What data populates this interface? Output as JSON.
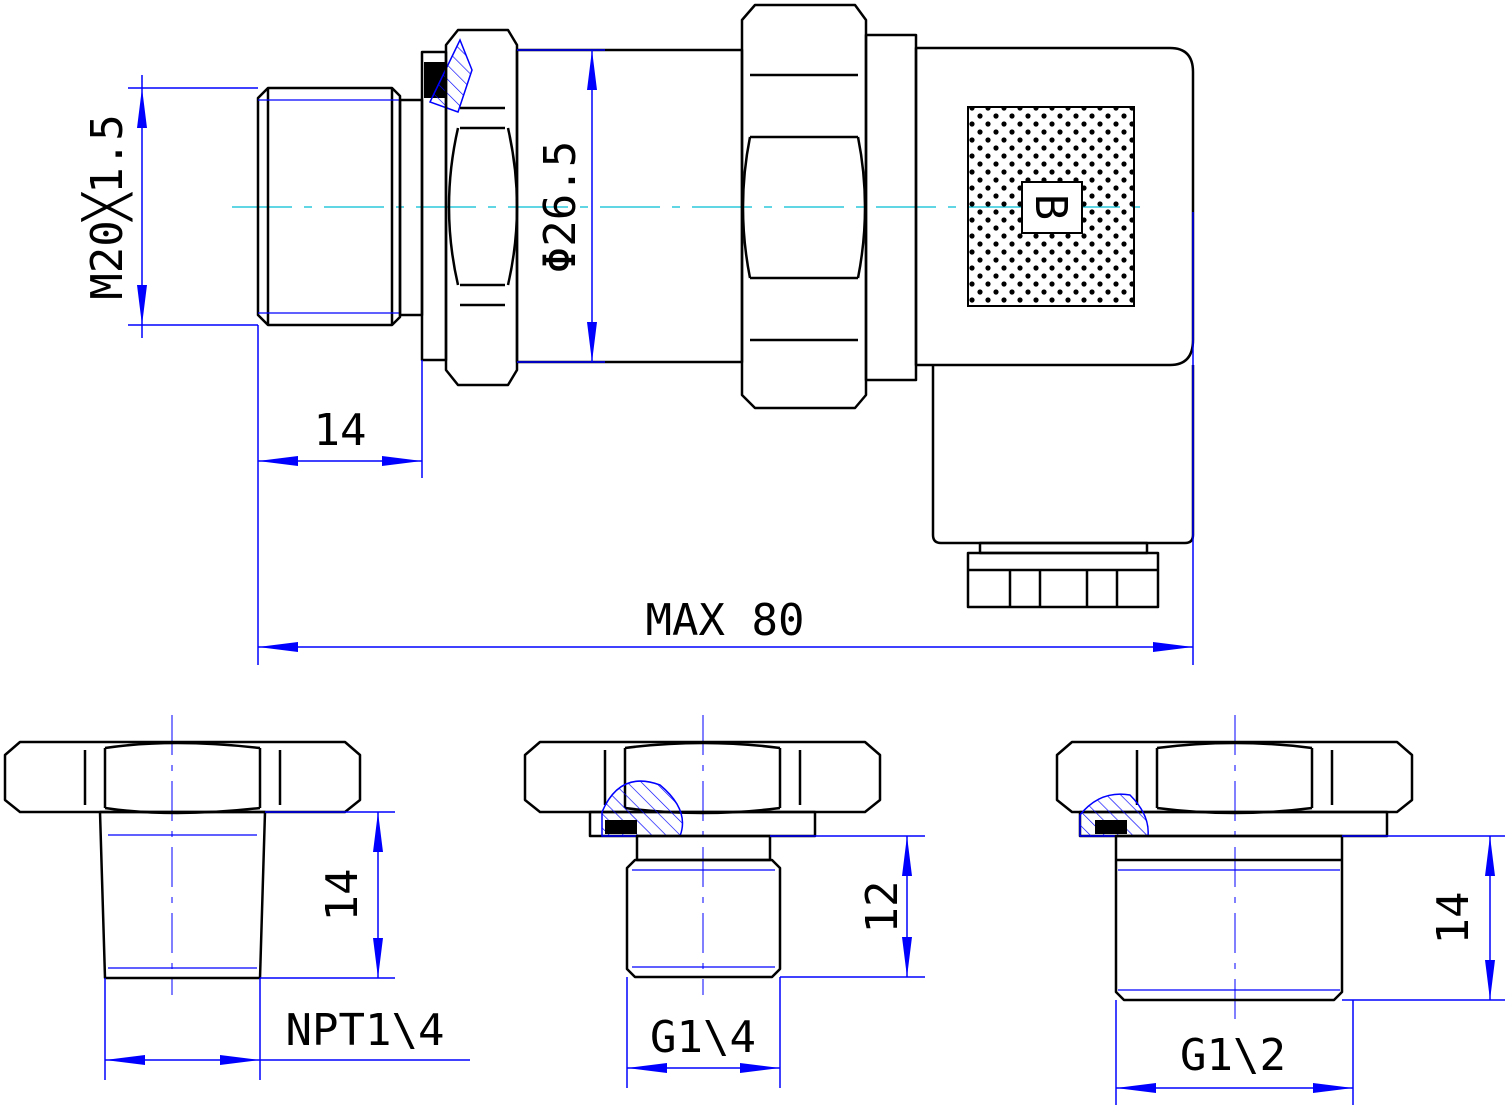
{
  "drawing": {
    "thread_label": "M20╳1.5",
    "diameter_label": "Φ26.5",
    "thread_length_label": "14",
    "overall_length_label": "MAX 80",
    "connector_mark": "B"
  },
  "fittings": [
    {
      "thread_label": "NPT1\\4",
      "length_label": "14"
    },
    {
      "thread_label": "G1\\4",
      "length_label": "12"
    },
    {
      "thread_label": "G1\\2",
      "length_label": "14"
    }
  ],
  "colors": {
    "outline": "#000000",
    "dimension": "#0000ff",
    "centerline": "#00bcd4"
  }
}
